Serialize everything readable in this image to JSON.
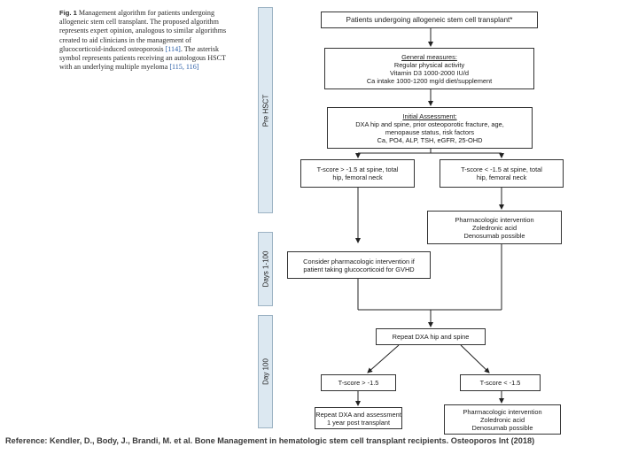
{
  "caption": {
    "fig": "Fig. 1",
    "text": "Management algorithm for patients undergoing allogeneic stem cell transplant. The proposed algorithm represents expert opinion, analogous to similar algorithms created to aid clinicians in the management of glucocorticoid-induced osteoporosis ",
    "cite1": "[114]",
    "text2": ". The asterisk symbol represents patients receiving an autologous HSCT with an underlying multiple myeloma ",
    "cite2": "[115, 116]"
  },
  "phases": {
    "pre": "Pre HSCT",
    "days": "Days 1-100",
    "day100": "Day 100"
  },
  "boxes": {
    "top": "Patients undergoing allogeneic stem cell transplant*",
    "general": {
      "title": "General measures:",
      "lines": [
        "Regular physical activity",
        "Vitamin D3 1000-2000 IU/d",
        "Ca intake 1000-1200 mg/d diet/supplement"
      ]
    },
    "initial": {
      "title": "Initial Assessment:",
      "lines": [
        "DXA hip and spine, prior osteoporotic fracture, age,",
        "menopause status, risk factors",
        "Ca, PO4, ALP, TSH, eGFR, 25-OHD"
      ]
    },
    "tscore_ge": [
      "T-score > -1.5 at spine, total",
      "hip, femoral neck"
    ],
    "tscore_lt": [
      "T-score < -1.5 at spine, total",
      "hip, femoral neck"
    ],
    "pharm1": [
      "Pharmacologic intervention",
      "Zoledronic acid",
      "Denosumab possible"
    ],
    "consider": [
      "Consider pharmacologic intervention if",
      "patient taking glucocorticoid for GVHD"
    ],
    "repeat": "Repeat DXA hip and spine",
    "t2_ge": "T-score > -1.5",
    "t2_lt": "T-score < -1.5",
    "repeat_assess": [
      "Repeat DXA and assessment",
      "1 year post transplant"
    ],
    "pharm2": [
      "Pharmacologic intervention",
      "Zoledronic acid",
      "Denosumab possible"
    ]
  },
  "reference": "Reference: Kendler, D., Body, J., Brandi, M. et al. Bone Management in hematologic stem cell transplant recipients. Osteoporos Int (2018)"
}
